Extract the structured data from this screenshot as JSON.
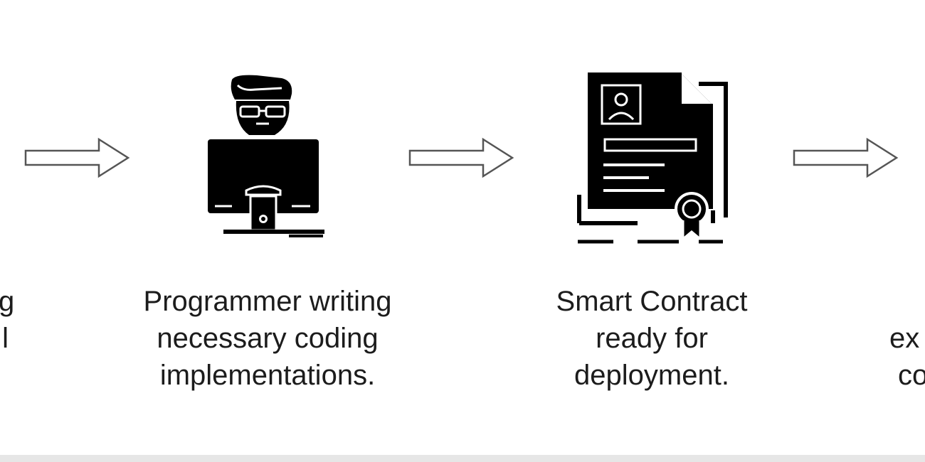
{
  "steps": [
    {
      "lines": [
        "g",
        "l"
      ]
    },
    {
      "lines": [
        "Programmer writing",
        "necessary coding",
        "implementations."
      ]
    },
    {
      "lines": [
        "Smart Contract",
        "ready for",
        "deployment."
      ]
    },
    {
      "lines": [
        "",
        "ex",
        "co"
      ]
    }
  ],
  "icons": {
    "programmer": "programmer-at-computer-icon",
    "contract": "certificate-document-icon"
  },
  "colors": {
    "ink": "#000000",
    "text": "#1c1c1c",
    "arrow": "#555555",
    "bar": "#e6e6e6"
  }
}
